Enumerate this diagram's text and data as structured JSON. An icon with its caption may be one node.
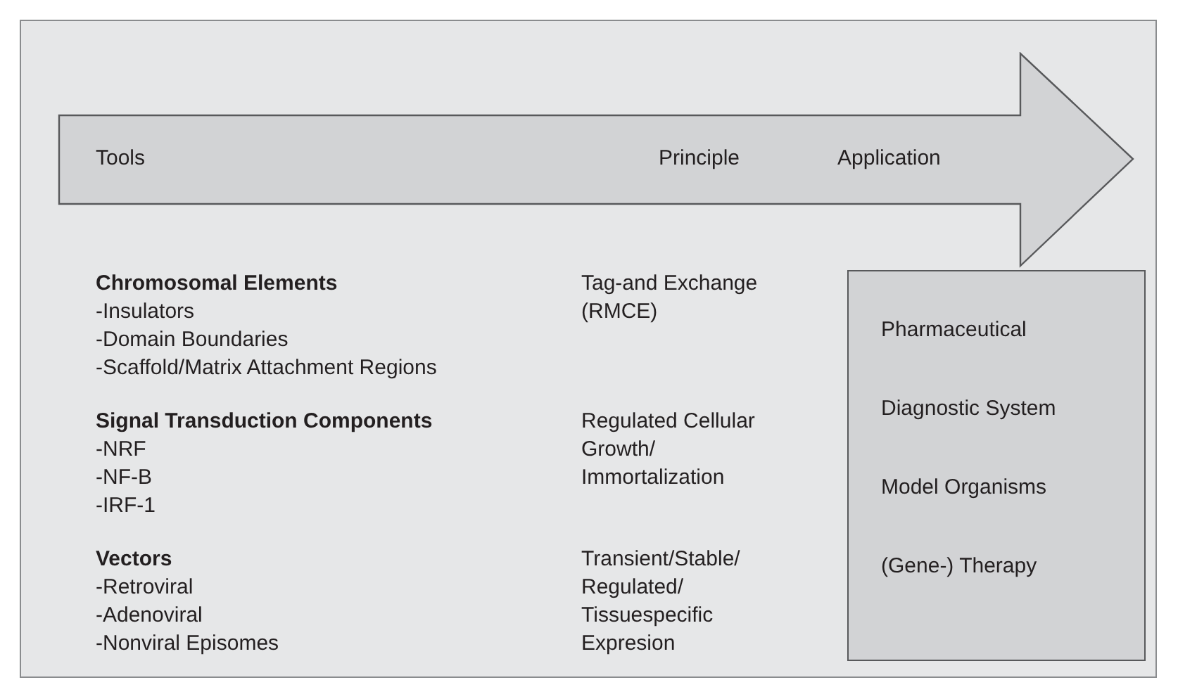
{
  "diagram": {
    "nodes": [
      {
        "text": [
          "Tools",
          "Principle",
          "Application"
        ]
      },
      {
        "text": [
          "Pharmaceutical",
          "Diagnostic System",
          "Model Organisms",
          "(Gene-) Therapy"
        ]
      }
    ],
    "labels": [
      "Chromosomal Elements",
      "-Insulators",
      "-Domain Boundaries",
      "-Scaffold/Matrix Attachment Regions",
      "Tag-and Exchange (RMCE)",
      "Signal Transduction Components",
      "-NRF",
      "-NF-B",
      "-IRF-1",
      "Regulated Cellular Growth/ Immortalization",
      "Vectors",
      "-Retroviral",
      "-Adenoviral",
      "-Nonviral Episomes",
      "Transient/Stable/ Regulated/ Tissuespecific Expresion"
    ]
  }
}
